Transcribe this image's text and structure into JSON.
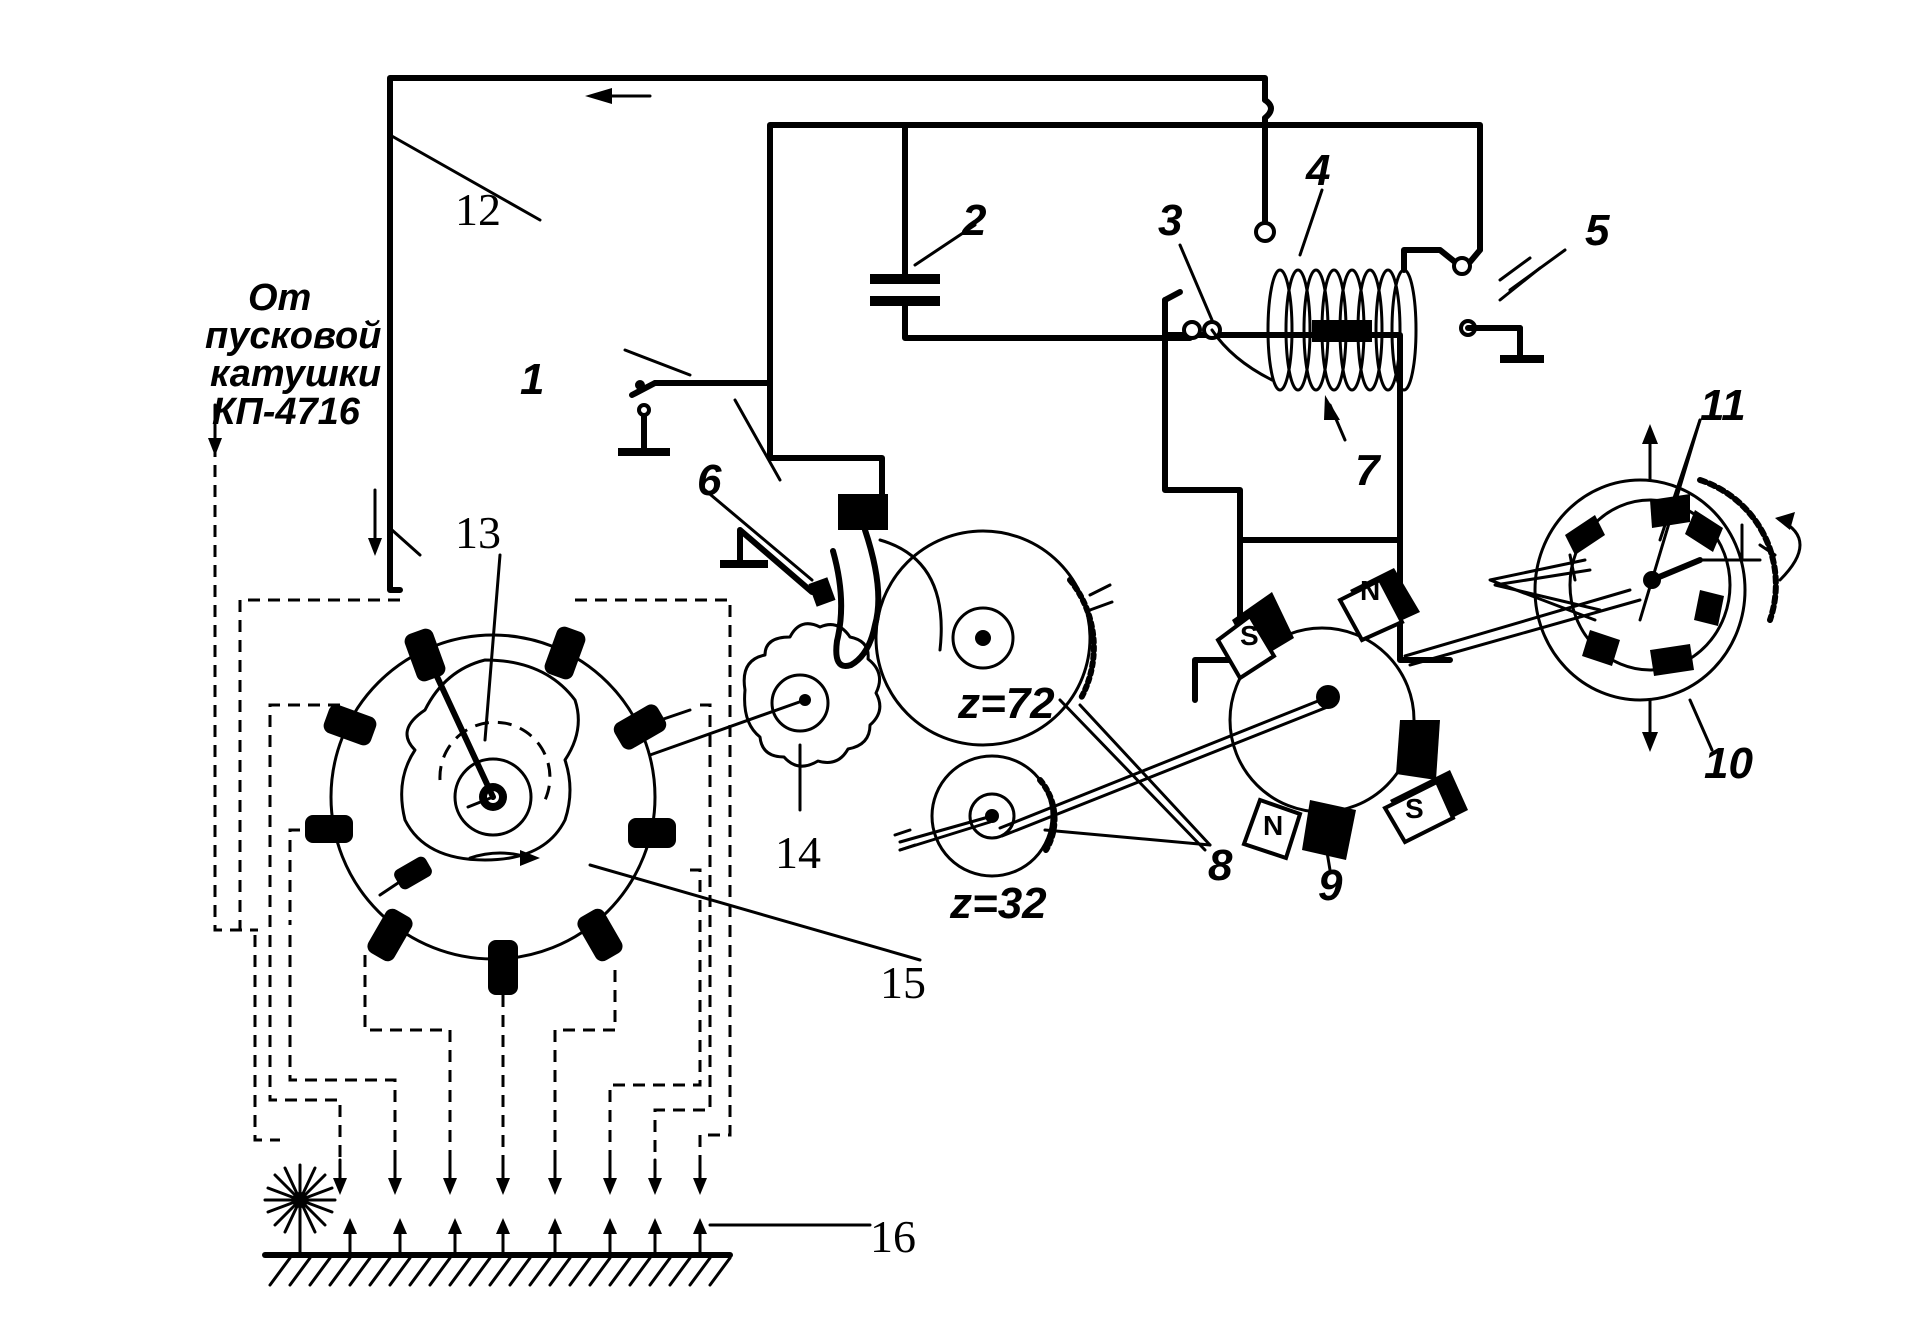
{
  "labels": {
    "l1": "1",
    "l2": "2",
    "l3": "3",
    "l4": "4",
    "l5": "5",
    "l6": "6",
    "l7": "7",
    "l8": "8",
    "l9": "9",
    "l10": "10",
    "l11": "11",
    "l12": "12",
    "l13": "13",
    "l14": "14",
    "l15": "15",
    "l16": "16"
  },
  "source_caption": [
    "От",
    "пусковой",
    "катушки",
    "КП-4716"
  ],
  "gears": {
    "large_teeth": "z=72",
    "small_teeth": "z=32"
  },
  "magnet_poles": {
    "rotor": [
      "S",
      "N",
      "S",
      "N"
    ]
  }
}
